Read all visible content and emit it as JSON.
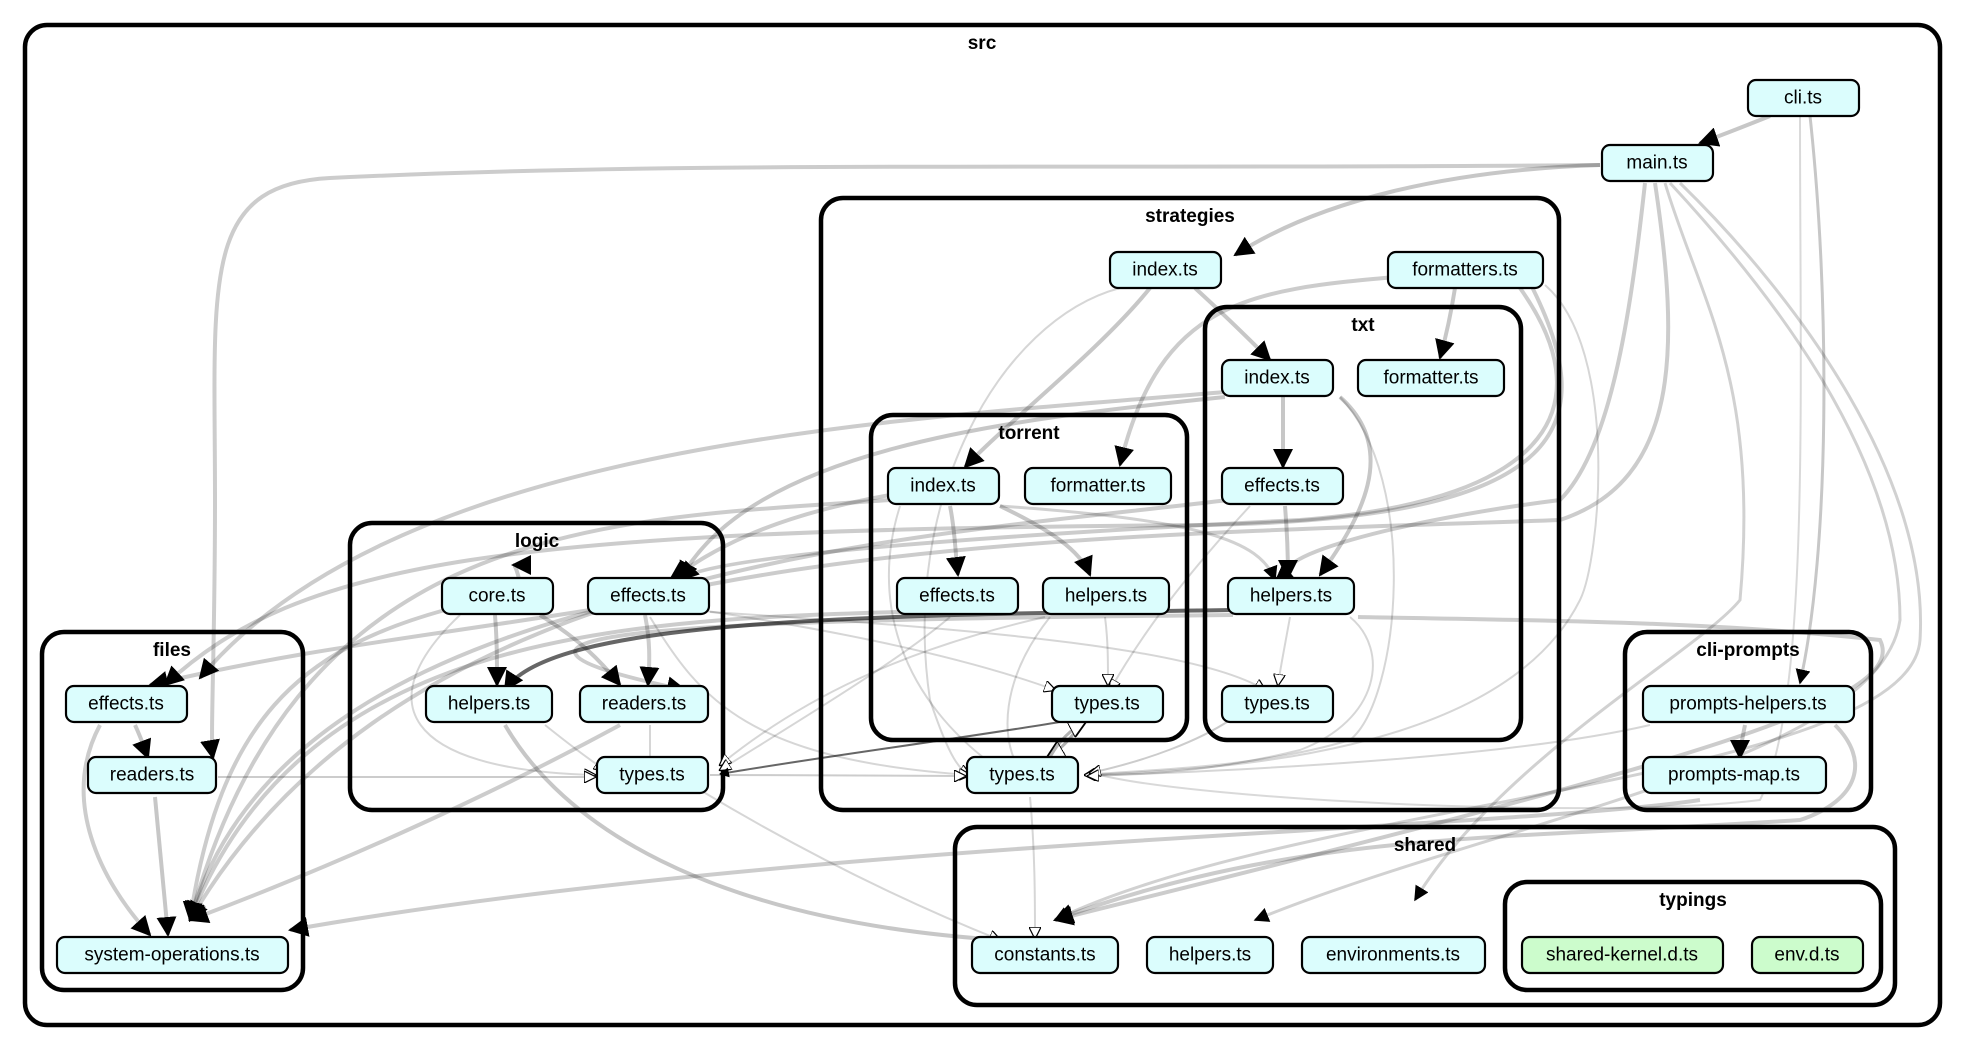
{
  "colors": {
    "file_node": "#dbfdfd",
    "typings_node": "#ccfccc",
    "edge": "#000000"
  },
  "clusters": {
    "src": "src",
    "strategies": "strategies",
    "txt": "txt",
    "torrent": "torrent",
    "logic": "logic",
    "files": "files",
    "cli_prompts": "cli-prompts",
    "shared": "shared",
    "typings": "typings"
  },
  "nodes": {
    "cli": "cli.ts",
    "main": "main.ts",
    "strat_index": "index.ts",
    "strat_formatters": "formatters.ts",
    "strat_types": "types.ts",
    "txt_index": "index.ts",
    "txt_formatter": "formatter.ts",
    "txt_effects": "effects.ts",
    "txt_helpers": "helpers.ts",
    "txt_types": "types.ts",
    "tor_index": "index.ts",
    "tor_formatter": "formatter.ts",
    "tor_effects": "effects.ts",
    "tor_helpers": "helpers.ts",
    "tor_types": "types.ts",
    "logic_core": "core.ts",
    "logic_effects": "effects.ts",
    "logic_helpers": "helpers.ts",
    "logic_readers": "readers.ts",
    "logic_types": "types.ts",
    "files_effects": "effects.ts",
    "files_readers": "readers.ts",
    "files_sysops": "system-operations.ts",
    "cp_helpers": "prompts-helpers.ts",
    "cp_map": "prompts-map.ts",
    "shared_constants": "constants.ts",
    "shared_helpers": "helpers.ts",
    "shared_env": "environments.ts",
    "typ_kernel": "shared-kernel.d.ts",
    "typ_env": "env.d.ts"
  }
}
